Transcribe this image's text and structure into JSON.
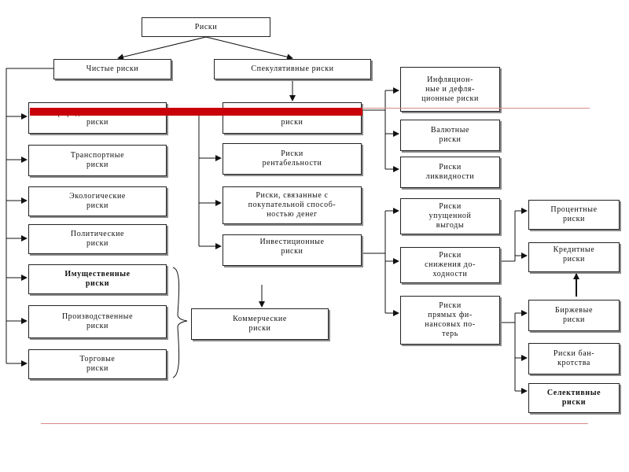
{
  "diagram": {
    "root": "Риски",
    "pure": "Чистые риски",
    "speculative": "Спекулятивные риски",
    "pure_children": [
      "Природно-естественные\nриски",
      "Транспортные\nриски",
      "Экологические\nриски",
      "Политические\nриски",
      "Имущественные\nриски",
      "Производственные\nриски",
      "Торговые\nриски"
    ],
    "spec_children": [
      "Финансовые\nриски",
      "Риски\nрентабельности",
      "Риски, связанные с\nпокупательной способ-\nностью денег",
      "Инвестиционные\nриски"
    ],
    "commercial": "Коммерческие\nриски",
    "purchasing_children": [
      "Инфляцион-\nные и дефля-\nционные риски",
      "Валютные\nриски",
      "Риски\nликвидности"
    ],
    "investment_children": [
      "Риски\nупущенной\nвыгоды",
      "Риски\nснижения до-\nходности",
      "Риски\nпрямых фи-\nнансовых по-\nтерь"
    ],
    "yield_children": [
      "Процентные\nриски",
      "Кредитные\nриски"
    ],
    "loss_children": [
      "Биржевые\nриски",
      "Риски бан-\nкротства",
      "Селективные\nриски"
    ]
  },
  "colors": {
    "highlight_bar": "#c8000a",
    "rule_line": "#d98a8a",
    "line": "#111111"
  }
}
